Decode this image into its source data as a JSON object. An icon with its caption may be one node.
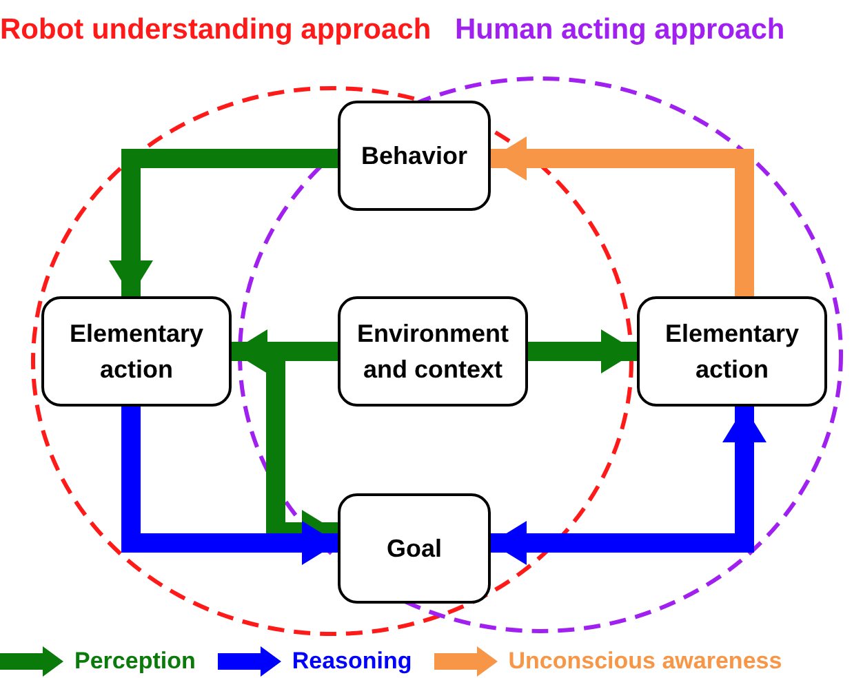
{
  "diagram": {
    "nodes": [
      {
        "text": [
          "Behavior"
        ]
      },
      {
        "text": [
          "Elementary action"
        ]
      },
      {
        "text": [
          "Environment and context"
        ]
      },
      {
        "text": [
          "Elementary action"
        ]
      },
      {
        "text": [
          "Goal"
        ]
      }
    ],
    "edges": [
      {
        "from": 0,
        "to": 1,
        "arrow": "to"
      },
      {
        "from": 2,
        "to": 1,
        "arrow": "to"
      },
      {
        "from": 2,
        "to": 4,
        "arrow": "to"
      },
      {
        "from": 2,
        "to": 3,
        "arrow": "to"
      },
      {
        "from": 1,
        "to": 4,
        "arrow": "to",
        "color": "#0000ff"
      },
      {
        "from": 3,
        "to": 0,
        "arrow": "to",
        "color": "#f79646"
      },
      {
        "from": 4,
        "to": 3,
        "arrow": "both",
        "color": "#0000ff"
      }
    ],
    "labels": [
      "Robot understanding approach",
      "Human acting approach"
    ],
    "legend": [
      {
        "text": "Perception",
        "color": "#0a7a0a"
      },
      {
        "text": "Reasoning",
        "color": "#0000ff"
      },
      {
        "text": "Unconscious awareness",
        "color": "#f79646"
      }
    ]
  }
}
